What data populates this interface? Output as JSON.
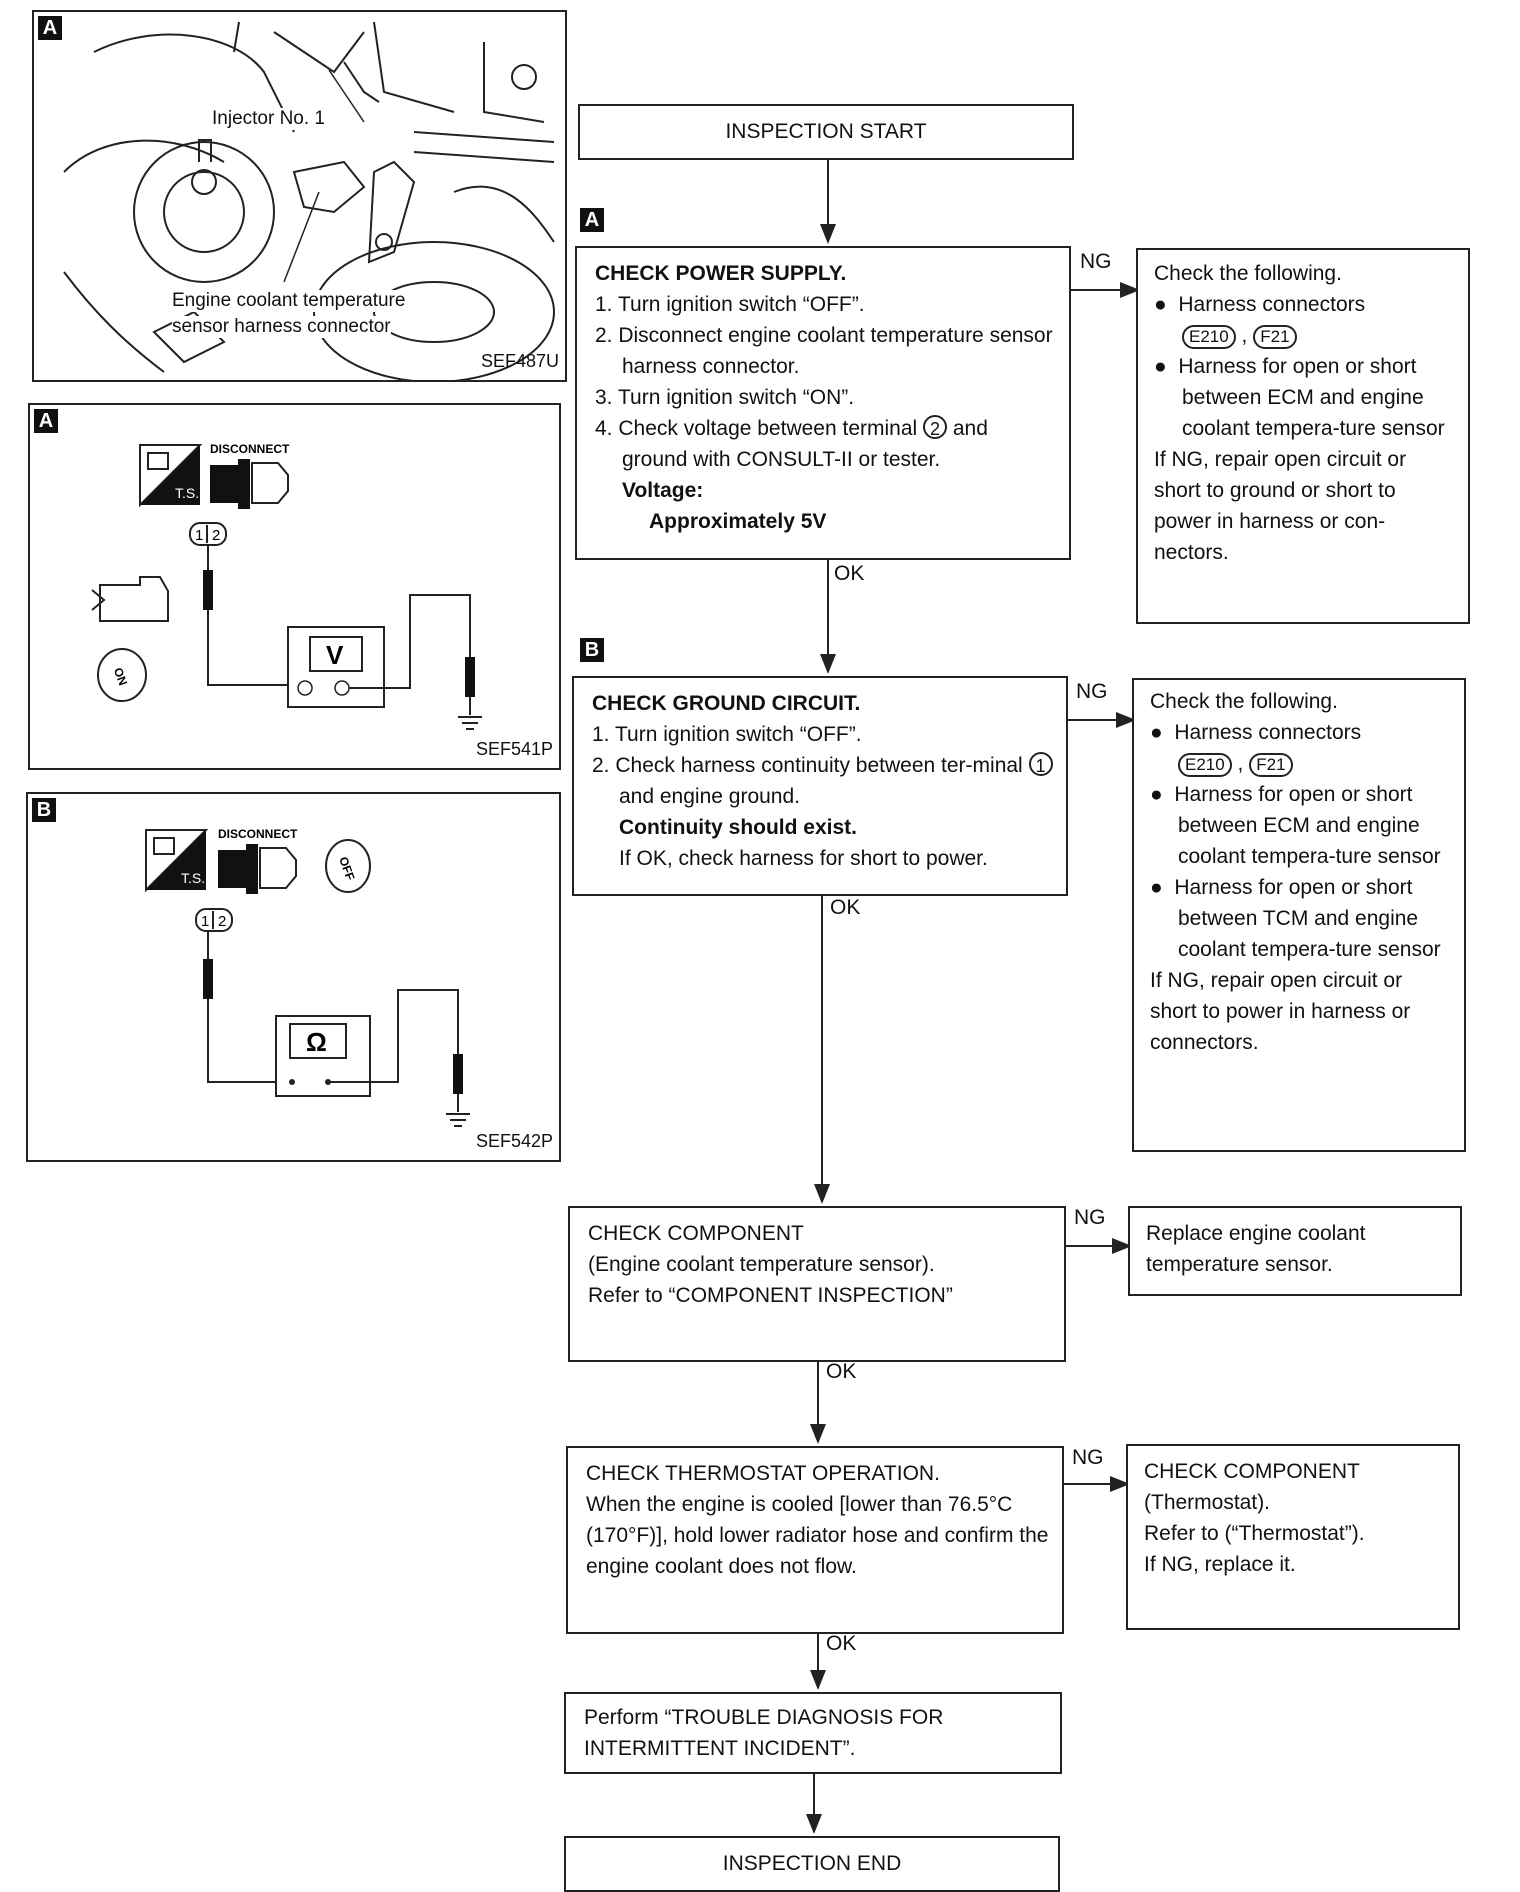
{
  "figures": {
    "fig1": {
      "tag": "A",
      "code": "SEF487U",
      "label_injector": "Injector No. 1",
      "label_sensor_1": "Engine coolant temperature",
      "label_sensor_2": "sensor harness connector"
    },
    "fig2": {
      "tag": "A",
      "code": "SEF541P",
      "disconnect": "DISCONNECT",
      "ts": "T.S.",
      "terminals": "1|2",
      "meter": "V",
      "switch": "ON"
    },
    "fig3": {
      "tag": "B",
      "code": "SEF542P",
      "disconnect": "DISCONNECT",
      "ts": "T.S.",
      "terminals": "1|2",
      "meter": "Ω",
      "switch": "OFF"
    }
  },
  "flow": {
    "start": "INSPECTION START",
    "end": "INSPECTION END",
    "ok": "OK",
    "ng": "NG",
    "step_a": {
      "tag": "A",
      "title": "CHECK POWER SUPPLY.",
      "l1": "1. Turn ignition switch “OFF”.",
      "l2": "2. Disconnect engine coolant temperature sensor harness connector.",
      "l3": "3. Turn ignition switch “ON”.",
      "l4a": "4. Check voltage between terminal ",
      "l4_num": "2",
      "l4b": " and ground with CONSULT-II or tester.",
      "spec_label": "Voltage:",
      "spec_value": "Approximately 5V"
    },
    "ng_a": {
      "head": "Check the following.",
      "b1": "Harness connectors",
      "c1": "E210",
      "sep": ",",
      "c2": "F21",
      "b2": "Harness for open or short between ECM and engine coolant tempera-ture sensor",
      "tail": "If NG, repair open circuit or short to ground or short to power in harness or con-nectors."
    },
    "step_b": {
      "tag": "B",
      "title": "CHECK GROUND CIRCUIT.",
      "l1": "1. Turn ignition switch “OFF”.",
      "l2a": "2. Check harness continuity between ter-minal ",
      "l2_num": "1",
      "l2b": " and engine ground.",
      "spec": "Continuity should exist.",
      "l3": "If OK, check harness for short to power."
    },
    "ng_b": {
      "head": "Check the following.",
      "b1": "Harness connectors",
      "c1": "E210",
      "sep": ",",
      "c2": "F21",
      "b2": "Harness for open or short between ECM and engine coolant tempera-ture sensor",
      "b3": "Harness for open or short between TCM and engine coolant tempera-ture sensor",
      "tail": "If NG, repair open circuit or short to power in harness or connectors."
    },
    "step_c": {
      "l1": "CHECK COMPONENT",
      "l2": "(Engine coolant temperature sensor).",
      "l3": "Refer to “COMPONENT INSPECTION”"
    },
    "ng_c": {
      "text": "Replace engine coolant temperature sensor."
    },
    "step_d": {
      "l1": "CHECK THERMOSTAT OPERATION.",
      "l2": "When the engine is cooled [lower than 76.5°C (170°F)], hold lower radiator hose and confirm the engine coolant does not flow."
    },
    "ng_d": {
      "l1": "CHECK COMPONENT",
      "l2": "(Thermostat).",
      "l3": "Refer to (“Thermostat”).",
      "l4": "If NG, replace it."
    },
    "step_e": {
      "text": "Perform “TROUBLE DIAGNOSIS FOR INTERMITTENT INCIDENT”."
    }
  }
}
